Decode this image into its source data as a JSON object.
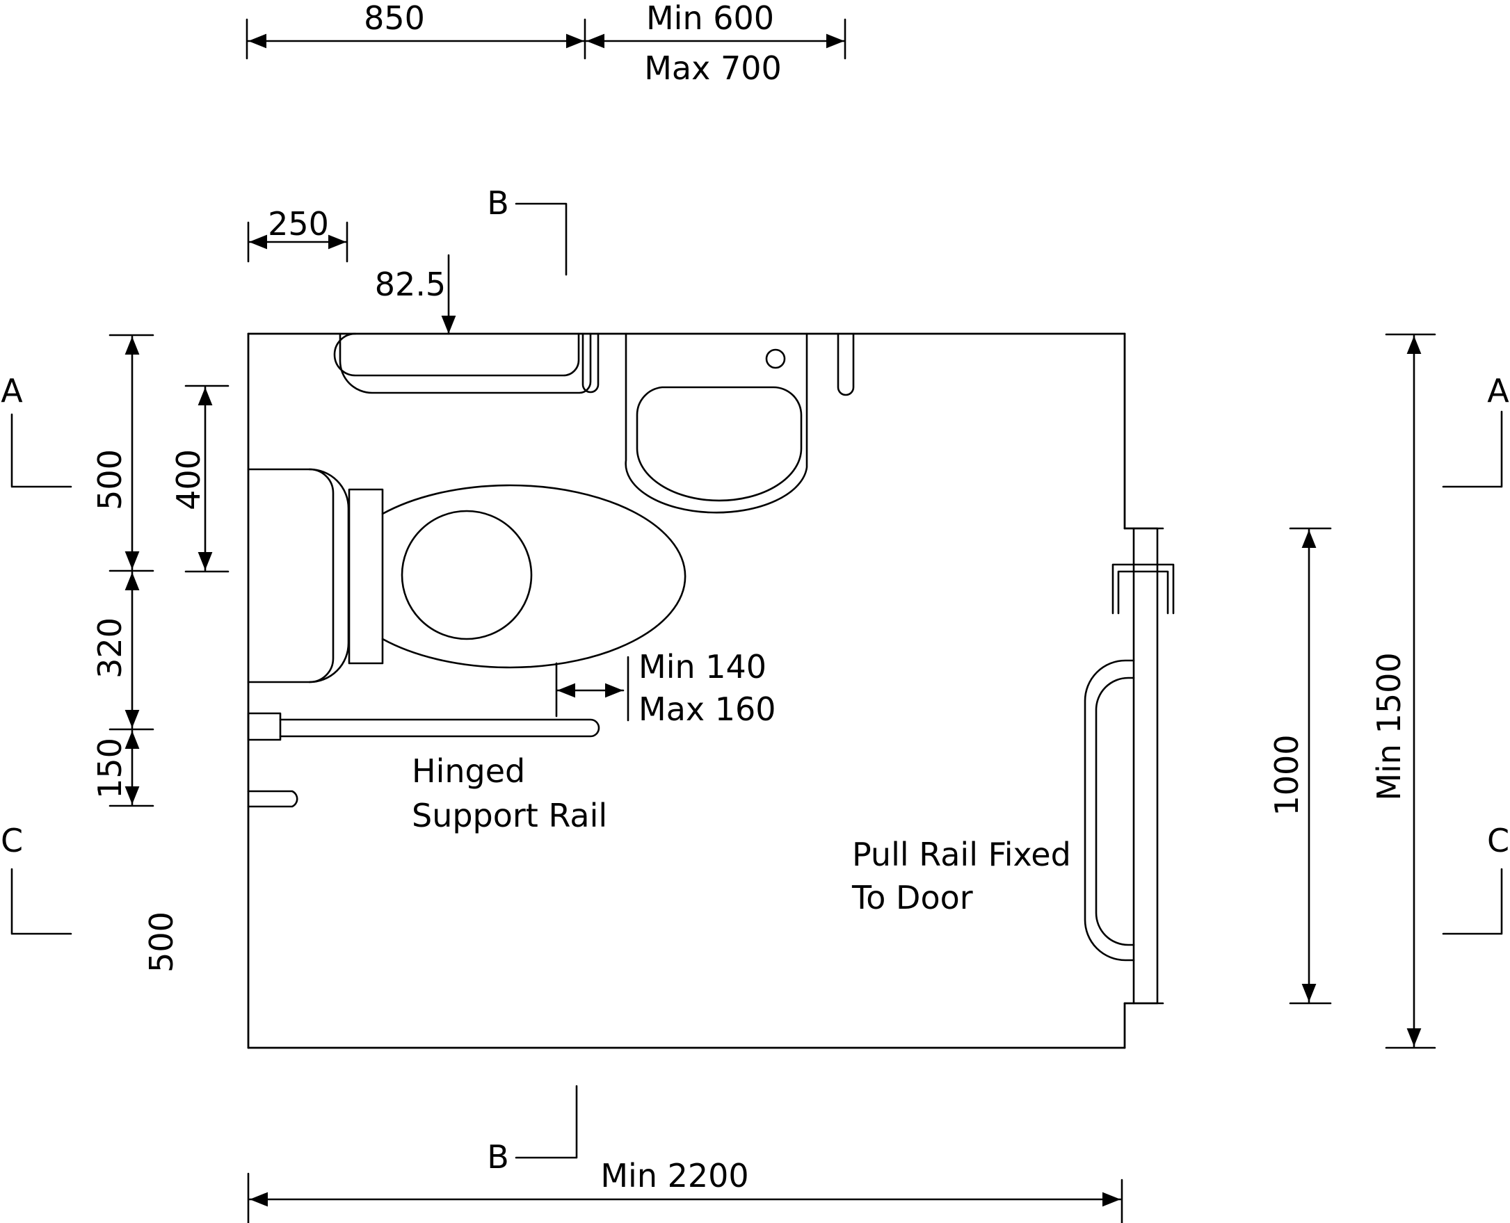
{
  "dimensions": {
    "top_850": "850",
    "top_min600": "Min 600",
    "top_max700": "Max 700",
    "top_250": "250",
    "top_82_5": "82.5",
    "left_500_upper": "500",
    "left_320": "320",
    "left_150": "150",
    "left_400": "400",
    "left_500_lower": "500",
    "gap_min140": "Min 140",
    "gap_max160": "Max 160",
    "right_1000": "1000",
    "right_min1500": "Min 1500",
    "bottom_min2200": "Min 2200"
  },
  "sections": {
    "a_left": "A",
    "a_right": "A",
    "b_top": "B",
    "b_bottom": "B",
    "c_left": "C",
    "c_right": "C"
  },
  "labels": {
    "hinged_line1": "Hinged",
    "hinged_line2": "Support Rail",
    "pull_line1": "Pull Rail Fixed",
    "pull_line2": "To Door"
  }
}
